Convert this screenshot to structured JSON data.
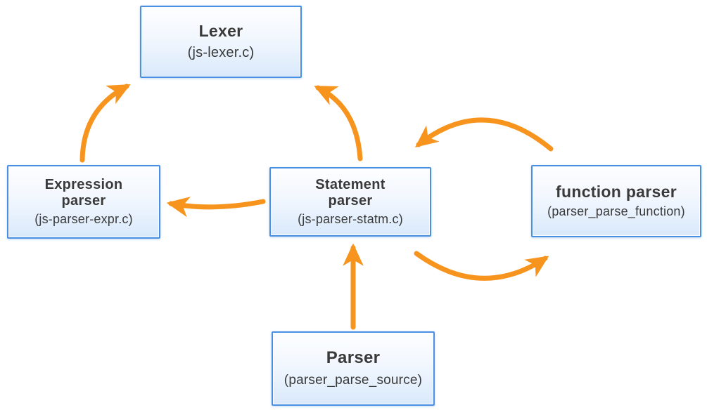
{
  "diagram": {
    "nodes": {
      "lexer": {
        "title": "Lexer",
        "subtitle": "(js-lexer.c)"
      },
      "expression_parser": {
        "title": "Expression parser",
        "subtitle": "(js-parser-expr.c)"
      },
      "statement_parser": {
        "title": "Statement parser",
        "subtitle": "(js-parser-statm.c)"
      },
      "function_parser": {
        "title": "function parser",
        "subtitle": "(parser_parse_function)"
      },
      "parser": {
        "title": "Parser",
        "subtitle": "(parser_parse_source)"
      }
    },
    "edges": [
      {
        "from": "expression_parser",
        "to": "lexer"
      },
      {
        "from": "statement_parser",
        "to": "lexer"
      },
      {
        "from": "statement_parser",
        "to": "expression_parser"
      },
      {
        "from": "function_parser",
        "to": "statement_parser"
      },
      {
        "from": "statement_parser",
        "to": "function_parser"
      },
      {
        "from": "parser",
        "to": "statement_parser"
      }
    ],
    "colors": {
      "arrow": "#F7941D",
      "box_border": "#4A90E2",
      "box_fill_top": "#FDFEFF",
      "box_fill_bottom": "#D9E9FB",
      "text": "#3A3A3A",
      "background": "#FFFFFF"
    }
  }
}
